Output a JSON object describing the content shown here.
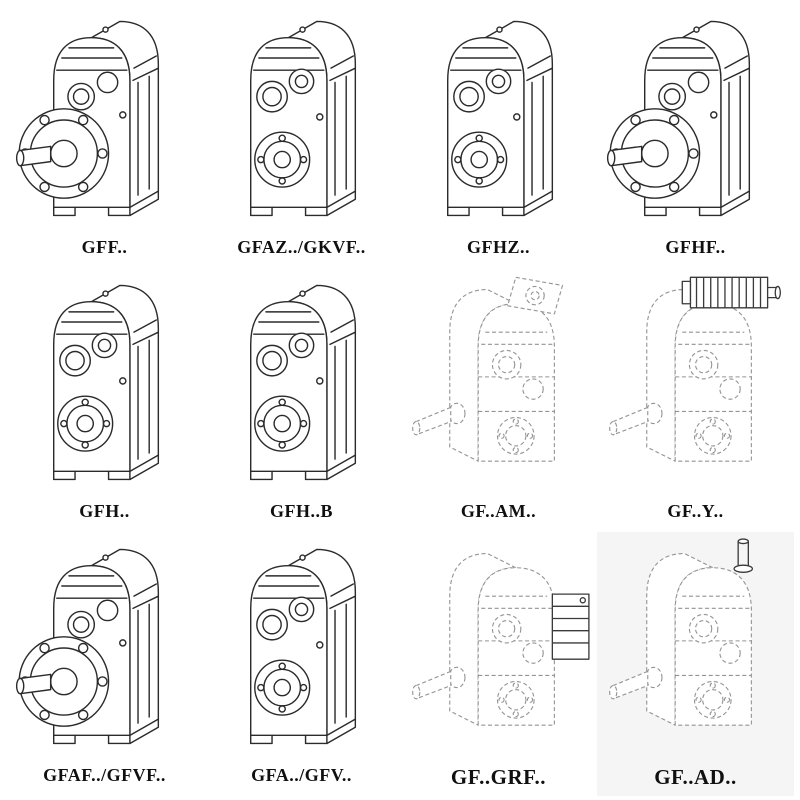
{
  "catalog": {
    "cells": [
      {
        "label": "GFF..",
        "icon": "gearbox-solid-output-flange-icon"
      },
      {
        "label": "GFAZ../GKVF..",
        "icon": "gearbox-solid-hollow-shaft-icon"
      },
      {
        "label": "GFHZ..",
        "icon": "gearbox-solid-hollow-shaft-icon"
      },
      {
        "label": "GFHF..",
        "icon": "gearbox-solid-output-flange-icon"
      },
      {
        "label": "GFH..",
        "icon": "gearbox-solid-hollow-shaft-icon"
      },
      {
        "label": "GFH..B",
        "icon": "gearbox-solid-hollow-shaft-icon"
      },
      {
        "label": "GF..AM..",
        "icon": "gearbox-dashed-top-flange-icon"
      },
      {
        "label": "GF..Y..",
        "icon": "gearbox-dashed-motor-icon"
      },
      {
        "label": "GFAF../GFVF..",
        "icon": "gearbox-solid-output-flange-icon"
      },
      {
        "label": "GFA../GFV..",
        "icon": "gearbox-solid-hollow-shaft-icon"
      },
      {
        "label": "GF..GRF..",
        "icon": "gearbox-dashed-input-box-icon"
      },
      {
        "label": "GF..AD..",
        "icon": "gearbox-dashed-top-shaft-icon"
      }
    ]
  }
}
